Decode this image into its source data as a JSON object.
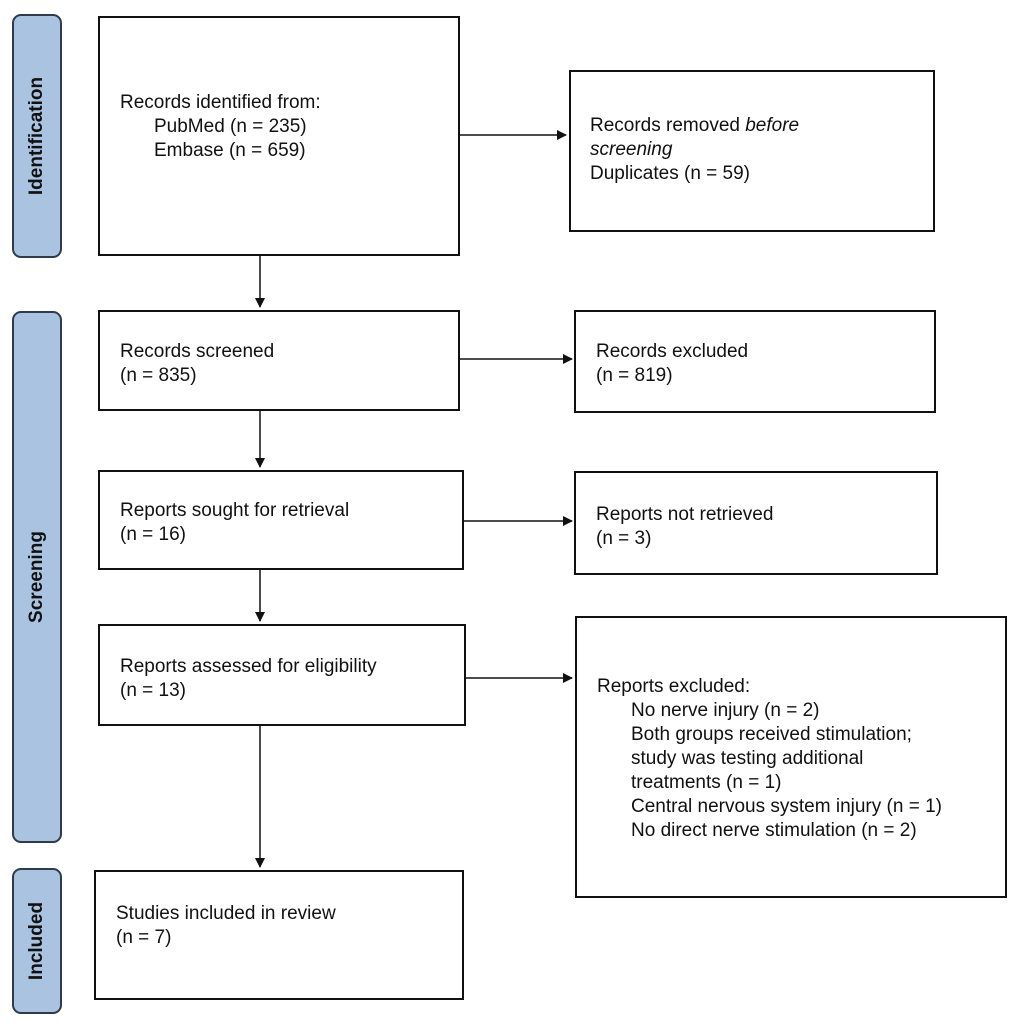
{
  "phases": {
    "identification": "Identification",
    "screening": "Screening",
    "included": "Included"
  },
  "boxes": {
    "records_identified": {
      "title": "Records identified from:",
      "pubmed": "PubMed (n = 235)",
      "embase": "Embase (n = 659)"
    },
    "records_removed": {
      "line1_prefix": "Records removed ",
      "line1_em": "before",
      "line2_em": "screening",
      "line3": "Duplicates (n = 59)"
    },
    "records_screened": {
      "title": "Records screened",
      "count": "(n = 835)"
    },
    "records_excluded": {
      "title": "Records excluded",
      "count": "(n = 819)"
    },
    "reports_sought": {
      "title": "Reports sought for retrieval",
      "count": "(n = 16)"
    },
    "reports_not_retrieved": {
      "title": "Reports not retrieved",
      "count": "(n = 3)"
    },
    "reports_assessed": {
      "title": "Reports assessed for eligibility",
      "count": "(n = 13)"
    },
    "reports_excluded": {
      "title": "Reports excluded:",
      "items": [
        "No nerve injury (n = 2)",
        "Both groups received stimulation;",
        "study was testing additional",
        "treatments (n = 1)",
        "Central nervous system injury (n = 1)",
        "No direct nerve stimulation (n = 2)"
      ]
    },
    "studies_included": {
      "title": "Studies included in review",
      "count": "(n = 7)"
    }
  }
}
